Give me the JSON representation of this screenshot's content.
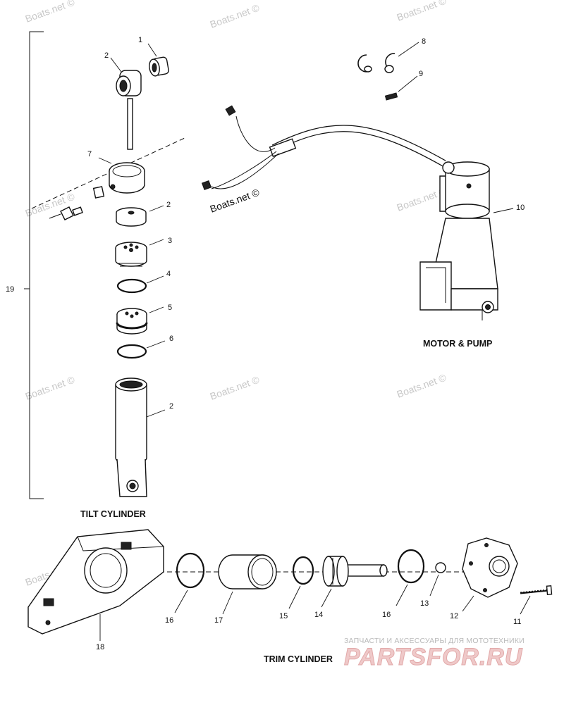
{
  "watermarks": [
    "Boats.net ©",
    "Boats.net ©",
    "Boats.net ©",
    "Boats.net ©",
    "Boats.net ©",
    "Boats.net ©",
    "Boats.net ©",
    "Boats.net ©",
    "Boats.net ©",
    "Boats.net ©"
  ],
  "captions": {
    "tilt": "TILT CYLINDER",
    "motor": "MOTOR & PUMP",
    "trim": "TRIM CYLINDER"
  },
  "callouts": [
    "1",
    "2",
    "7",
    "2",
    "3",
    "4",
    "5",
    "6",
    "2",
    "19",
    "8",
    "9",
    "10",
    "16",
    "17",
    "15",
    "14",
    "16",
    "13",
    "12",
    "11",
    "18"
  ],
  "brand": {
    "tagline": "ЗАПЧАСТИ И АКСЕССУАРЫ ДЛЯ МОТОТЕХНИКИ",
    "logo": "PARTSFOR.RU"
  }
}
